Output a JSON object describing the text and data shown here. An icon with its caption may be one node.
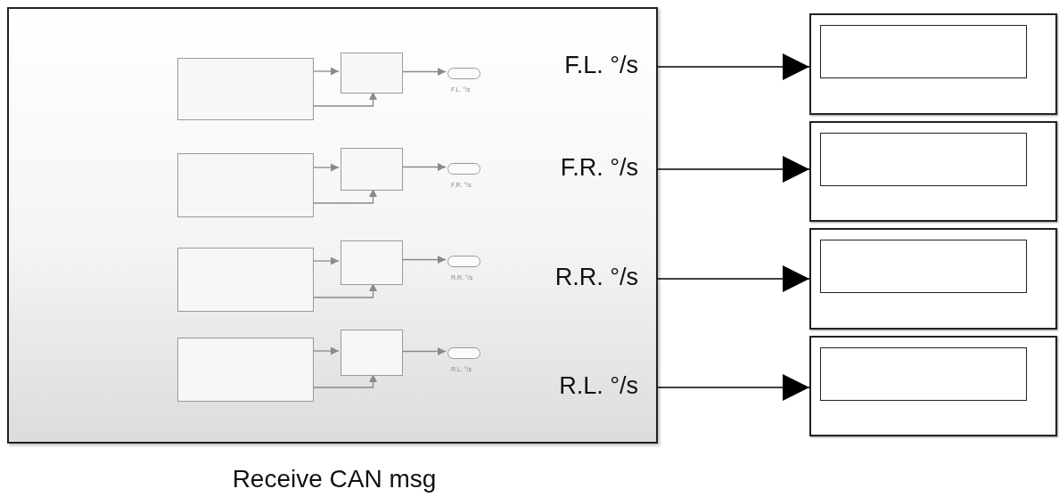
{
  "diagram": {
    "nodes": [
      {
        "text": [
          "F.L. °/s",
          "F.R. °/s",
          "R.R. °/s",
          "R.L. °/s",
          "Receive CAN msg"
        ]
      },
      {
        "text": [],
        "shape": "box",
        "in": 0
      },
      {
        "text": [],
        "shape": "box",
        "in": 0
      },
      {
        "text": [
          "F.L. °/s"
        ],
        "in": 0
      },
      {
        "text": [],
        "shape": "box",
        "in": 0
      },
      {
        "text": [],
        "shape": "box",
        "in": 0
      },
      {
        "text": [
          "F.R. °/s"
        ],
        "in": 0
      },
      {
        "text": [],
        "shape": "box",
        "in": 0
      },
      {
        "text": [],
        "shape": "box",
        "in": 0
      },
      {
        "text": [
          "R.R. °/s"
        ],
        "in": 0
      },
      {
        "text": [],
        "shape": "box",
        "in": 0
      },
      {
        "text": [],
        "shape": "box",
        "in": 0
      },
      {
        "text": [
          "R.L. °/s"
        ],
        "in": 0
      },
      {
        "text": [],
        "shape": "box"
      },
      {
        "text": [],
        "shape": "box"
      },
      {
        "text": [],
        "shape": "box"
      },
      {
        "text": [],
        "shape": "box"
      },
      {
        "text": [],
        "shape": "box",
        "in": 13
      },
      {
        "text": [],
        "shape": "box",
        "in": 14
      },
      {
        "text": [],
        "shape": "box",
        "in": 15
      },
      {
        "text": [],
        "shape": "box",
        "in": 16
      }
    ],
    "edges": [
      {
        "from": 1,
        "to": 2,
        "arrow": "to"
      },
      {
        "from": 1,
        "to": 2,
        "arrow": "to"
      },
      {
        "from": 2,
        "to": 3,
        "arrow": "to"
      },
      {
        "from": 4,
        "to": 5,
        "arrow": "to"
      },
      {
        "from": 4,
        "to": 5,
        "arrow": "to"
      },
      {
        "from": 5,
        "to": 6,
        "arrow": "to"
      },
      {
        "from": 7,
        "to": 8,
        "arrow": "to"
      },
      {
        "from": 7,
        "to": 8,
        "arrow": "to"
      },
      {
        "from": 8,
        "to": 9,
        "arrow": "to"
      },
      {
        "from": 10,
        "to": 11,
        "arrow": "to"
      },
      {
        "from": 10,
        "to": 11,
        "arrow": "to"
      },
      {
        "from": 11,
        "to": 12,
        "arrow": "to"
      },
      {
        "from": 0,
        "to": 13,
        "arrow": "to",
        "color": "#000000"
      },
      {
        "from": 0,
        "to": 14,
        "arrow": "to",
        "color": "#000000"
      },
      {
        "from": 0,
        "to": 15,
        "arrow": "to",
        "color": "#000000"
      },
      {
        "from": 0,
        "to": 16,
        "arrow": "to",
        "color": "#000000"
      }
    ]
  }
}
